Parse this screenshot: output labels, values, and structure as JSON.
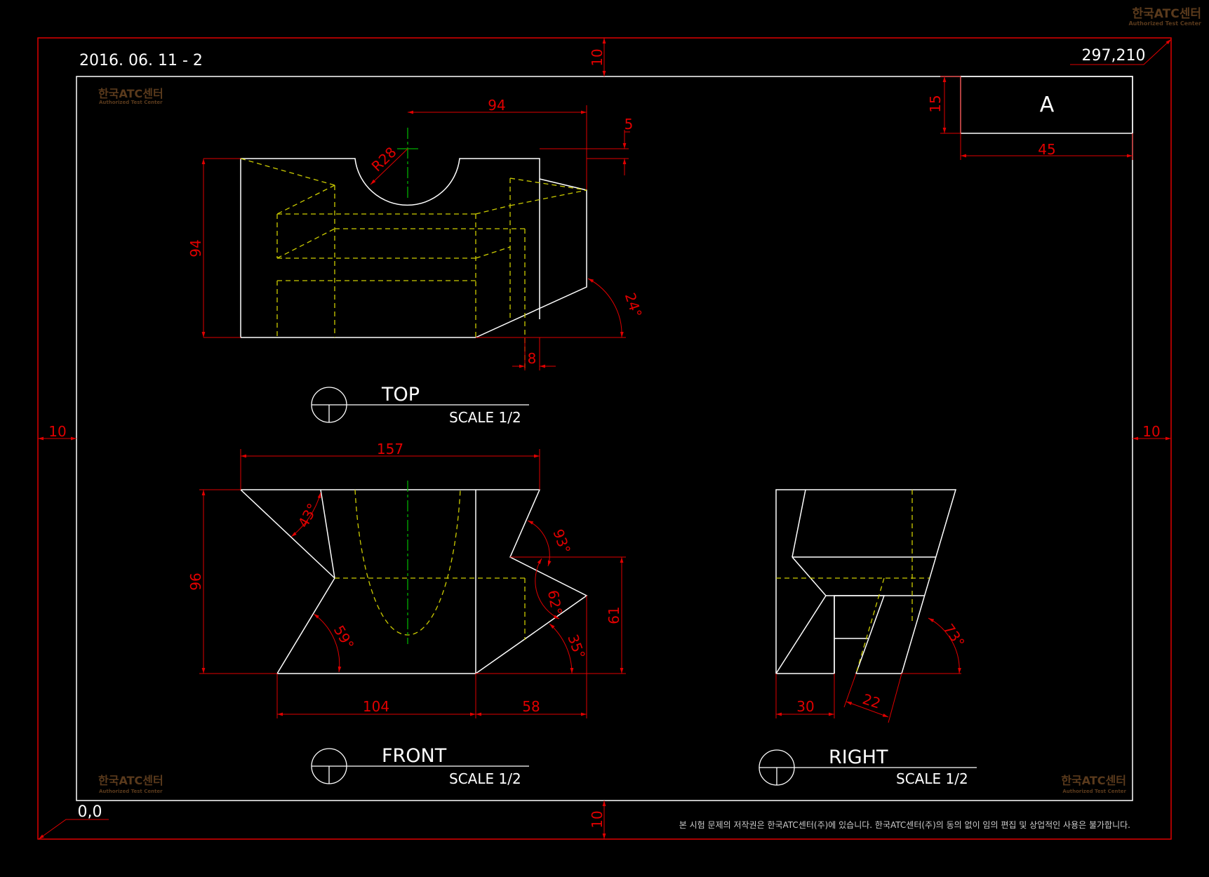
{
  "colors": {
    "background": "#000000",
    "outline": "#ffffff",
    "dimension": "#e00000",
    "hidden": "#cccc00",
    "center": "#00b000",
    "watermark": "#5a3a1c"
  },
  "sheet": {
    "date": "2016. 06. 11 - 2",
    "size": "297,210",
    "origin": "0,0",
    "margin_top": "10",
    "margin_bottom": "10",
    "margin_left": "10",
    "margin_right": "10",
    "copyright": "본 시험 문제의 저작권은 한국ATC센터(주)에 있습니다. 한국ATC센터(주)의 동의 없이 임의 편집 및 상업적인 사용은 불가합니다."
  },
  "title_block": {
    "label": "A",
    "height": "15",
    "width": "45"
  },
  "watermark": {
    "title": "한국ATC센터",
    "subtitle": "Authorized Test Center"
  },
  "views": {
    "top": {
      "title": "TOP",
      "scale": "SCALE 1/2",
      "dims": {
        "width": "94",
        "height": "94",
        "offset": "5",
        "radius": "R28",
        "angle": "24°",
        "slot": "8"
      }
    },
    "front": {
      "title": "FRONT",
      "scale": "SCALE 1/2",
      "dims": {
        "overall": "157",
        "height": "96",
        "right_height": "61",
        "bottom_left": "104",
        "bottom_right": "58",
        "angle_43": "43°",
        "angle_59": "59°",
        "angle_93": "93°",
        "angle_62": "62°",
        "angle_35": "35°"
      }
    },
    "right": {
      "title": "RIGHT",
      "scale": "SCALE 1/2",
      "dims": {
        "left": "30",
        "slot": "22",
        "angle": "73°"
      }
    }
  }
}
